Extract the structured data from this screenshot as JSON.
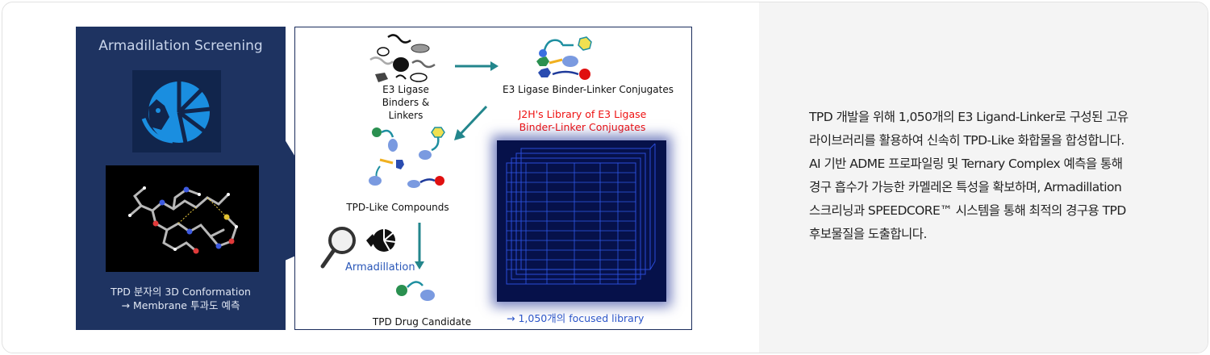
{
  "left_panel": {
    "title": "Armadillation Screening",
    "caption_line1": "TPD 분자의 3D Conformation",
    "caption_line2": "→ Membrane 투과도 예측"
  },
  "workflow": {
    "e3_binders_line1": "E3 Ligase",
    "e3_binders_line2": "Binders &",
    "e3_binders_line3": "Linkers",
    "conjugates_label": "E3 Ligase Binder-Linker Conjugates",
    "library_title_line1": "J2H's Library of E3 Ligase",
    "library_title_line2": "Binder-Linker Conjugates",
    "tpd_like_label": "TPD-Like Compounds",
    "armadillation_label": "Armadillation",
    "drug_candidate_label": "TPD Drug Candidate",
    "library_note": "→ 1,050개의 focused library"
  },
  "description": {
    "line1": "TPD 개발을 위해 1,050개의 E3 Ligand-Linker로 구성된 고유",
    "line2": "라이브러리를 활용하여 신속히 TPD-Like 화합물을 합성합니다.",
    "line3": "AI 기반 ADME 프로파일링 및 Ternary Complex 예측을 통해",
    "line4": "경구 흡수가 가능한 카멜레온 특성을 확보하며, Armadillation",
    "line5": "스크리닝과 SPEEDCORE™ 시스템을 통해 최적의 경구용 TPD",
    "line6": "후보물질을 도출합니다."
  },
  "colors": {
    "navy": "#1e3361",
    "accent_red": "#e11111",
    "accent_blue": "#2c55c8",
    "arrow_teal": "#23868c"
  }
}
